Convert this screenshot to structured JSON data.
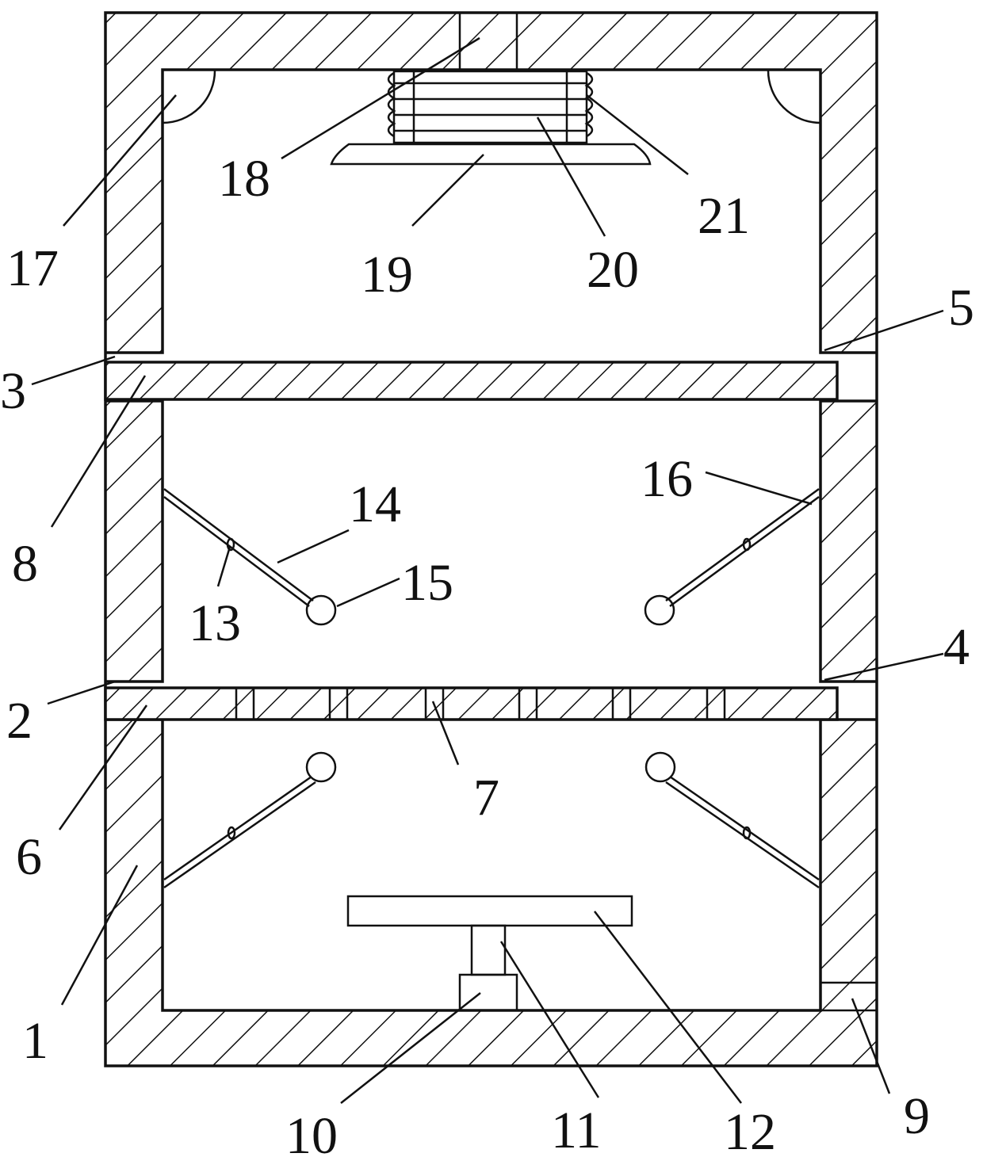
{
  "labels": {
    "l1": "1",
    "l2": "2",
    "l3": "3",
    "l4": "4",
    "l5": "5",
    "l6": "6",
    "l7": "7",
    "l8": "8",
    "l9": "9",
    "l10": "10",
    "l11": "11",
    "l12": "12",
    "l13": "13",
    "l14": "14",
    "l15": "15",
    "l16": "16",
    "l17": "17",
    "l18": "18",
    "l19": "19",
    "l20": "20",
    "l21": "21"
  },
  "colors": {
    "line": "#111111",
    "background": "#ffffff"
  }
}
